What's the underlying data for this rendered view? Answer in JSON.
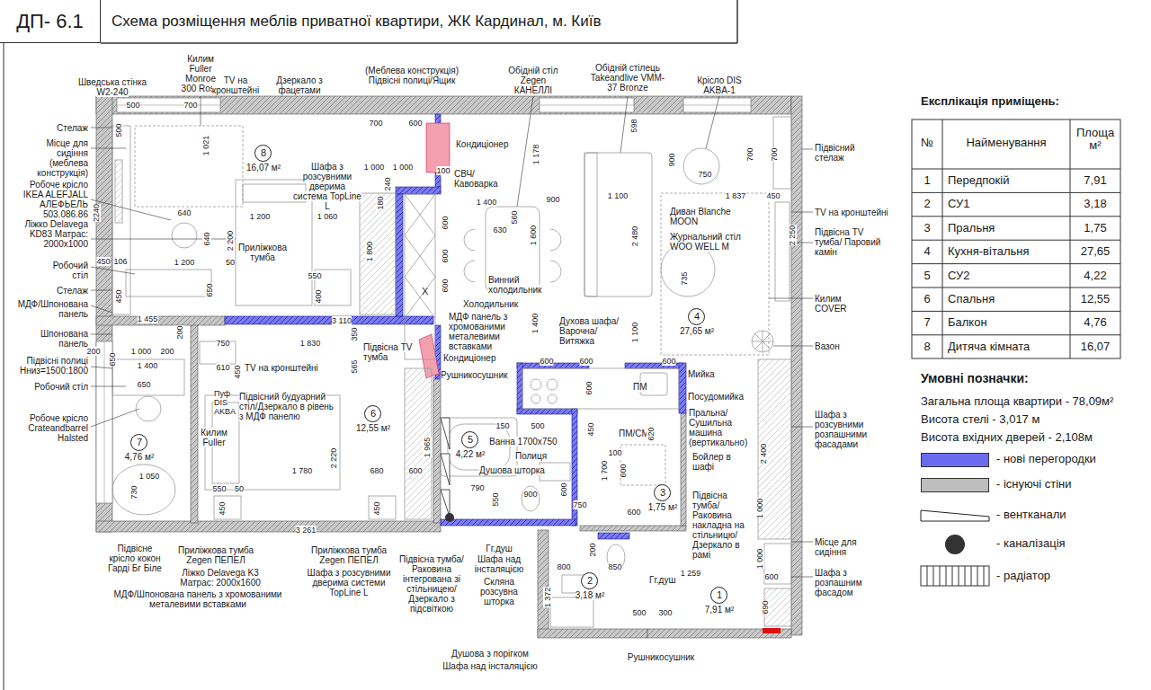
{
  "diagram": {
    "title": "Схема розміщення меблів приватної квартири, ЖК Кардинал,  м. Київ",
    "nodes": [
      {
        "text": [
          "ДП- 6.1"
        ]
      },
      {
        "text": [
          "8",
          "16,07 м²"
        ]
      },
      {
        "text": [
          "4",
          "27,65 м²"
        ]
      },
      {
        "text": [
          "6",
          "12,55 м²"
        ]
      },
      {
        "text": [
          "7",
          "4,76 м²"
        ]
      },
      {
        "text": [
          "5",
          "4,22 м²"
        ]
      },
      {
        "text": [
          "3",
          "1,75 м²"
        ]
      },
      {
        "text": [
          "2",
          "3,18 м²"
        ]
      },
      {
        "text": [
          "1",
          "7,91 м²"
        ]
      }
    ],
    "labels": [
      "Шведська стінка W2-240",
      "Килим Fuller Monroe 300 Rosa",
      "TV на кронштейні",
      "Дзеркало з фацетами",
      "(Меблева конструкція) Підвісні полиці/Ящик",
      "Обідній стіл Zegen КАНЕЛЛІ",
      "Обідній стілець Takeandlive VMM-37 Bronze",
      "Крісло DIS AKBA-1",
      "Стелаж",
      "Місце для сидіння (меблева конструкція)",
      "Робоче крісло IKEA ALEFJALL АЛЕФЬЕЛЬ 503.086.86",
      "Ліжко Delavega KD83 Матрас: 2000х1000",
      "Робочий стіл",
      "Стелаж",
      "МДФ/Шпонована панель",
      "Шпонована панель",
      "Підвісні полиці Нниз=1500:1800",
      "Робочий стіл",
      "Робоче крісло Crateandbarrel Halsted",
      "Підвісне крісло кокон Гарді Бг Біле",
      "Приліжкова тумба Zegen ПЕПЕЛ",
      "Ліжко Delavega K3 Матрас: 2000х1600",
      "МДФ/Шпонована панель з хромованими металевими вставками",
      "Приліжкова тумба Zegen ПЕПЕЛ",
      "Шафа з розсувними дверима системи TopLine L",
      "Підвісна тумба/Раковина інтегрована зі стільницею/ Дзеркало з підсвіткою",
      "Гг.душ",
      "Шафа над інсталяцією",
      "Скляна розсувна шторка",
      "Душова з порігком",
      "Шафа над інсталяцією",
      "Рушникосушник",
      "Підвісний стелаж",
      "TV на кронштейні",
      "Підвісна TV тумба/ Паровий камін",
      "Килим COVER",
      "Вазон",
      "Шафа з розсувними розпашними фасадами",
      "Місце для сидіння",
      "Шафа з розпашним фасадом",
      "Кондиціонер",
      "СВЧ/ Кавоварка",
      "Шафа з розсувними дверима система TopLine L",
      "Приліжкова тумба",
      "Диван Blanche MOON",
      "Журнальний стіл WOO WELL M",
      "Винний холодильник",
      "Холодильник",
      "МДФ панель з хромованими металевими вставками",
      "Духова шафа/Варочна/ Витяжка",
      "Кондиціонер",
      "Рушникосушник",
      "Підвісна TV тумба",
      "TV на кронштейні",
      "Підвісний будуарний стіл/Дзеркало в рівень з МДФ панелю",
      "Пуф DIS AKBA",
      "Килим Fuller",
      "Мийка",
      "Посудомийка",
      "Пральна/ Сушильна машина (вертикально)",
      "Бойлер в шафі",
      "Підвісна тумба/Раковина накладна на стільницю/Дзеркало в рамі",
      "Ванна 1700х750",
      "Полиця",
      "Душова шторка",
      "Гг.душ",
      "ПМ",
      "ПМ/СМ",
      "Х",
      "Експлікація приміщень:",
      "№",
      "Найменування",
      "Площа м²",
      "1",
      "Передпокій",
      "7,91",
      "2",
      "СУ1",
      "3,18",
      "3",
      "Пральня",
      "1,75",
      "4",
      "Кухня-вітальня",
      "27,65",
      "5",
      "СУ2",
      "4,22",
      "6",
      "Спальня",
      "12,55",
      "7",
      "Балкон",
      "4,76",
      "8",
      "Дитяча кімната",
      "16,07",
      "Умовні позначки:",
      "Загальна площа квартири - 78,09м²",
      "Висота стелі - 3,017 м",
      "Висота вхідних дверей - 2,108м",
      "500",
      "700",
      "700",
      "600",
      "1 021",
      "1 000",
      "1 000",
      "100",
      "240",
      "180",
      "600",
      "600",
      "600",
      "1 178",
      "598",
      "900",
      "750",
      "700",
      "700",
      "450",
      "2 250",
      "1 837",
      "1 100",
      "900",
      "1 400",
      "560",
      "630",
      "1 600",
      "2 480",
      "735",
      "1 800",
      "1 200",
      "1 060",
      "640",
      "640",
      "2 200",
      "1 200",
      "2240",
      "500",
      "450",
      "650",
      "450",
      "106",
      "50",
      "400",
      "550",
      "1 455",
      "3 110",
      "200",
      "200",
      "1 000",
      "200",
      "650",
      "1 400",
      "750",
      "1 830",
      "350",
      "565",
      "450",
      "610",
      "650",
      "2 220",
      "1 965",
      "680",
      "600",
      "1 780",
      "1 050",
      "730",
      "550",
      "50",
      "450",
      "450",
      "3 261",
      "1 400",
      "1 100",
      "600",
      "600",
      "600",
      "600",
      "150",
      "500",
      "450",
      "2 400",
      "620",
      "100",
      "1 700",
      "600",
      "790",
      "550",
      "900",
      "600",
      "750",
      "600",
      "200",
      "800",
      "850",
      "1 372",
      "500",
      "300",
      "1 259",
      "1 000",
      "1 000",
      "600",
      "690"
    ],
    "legend": [
      {
        "text": "- нові перегородки",
        "color": "#6b6bef"
      },
      {
        "text": "- існуючі стіни",
        "color": "#bdbdbd"
      },
      {
        "text": "- вентканали"
      },
      {
        "text": "- каналізація"
      },
      {
        "text": "- радіатор"
      }
    ]
  }
}
